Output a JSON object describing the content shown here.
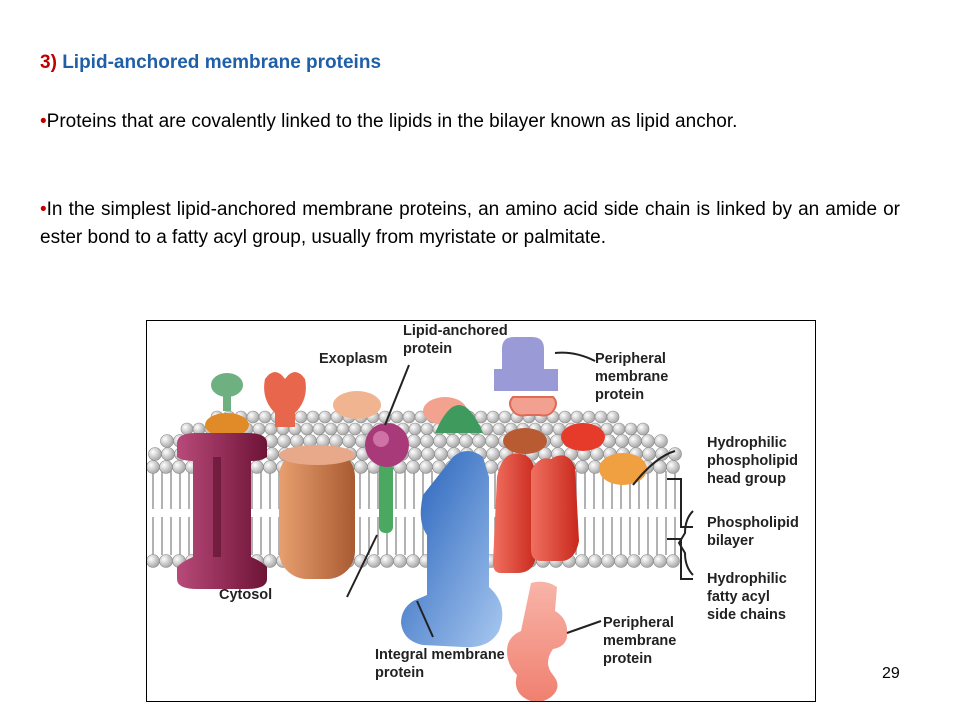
{
  "slide": {
    "heading_number": "3)",
    "heading_text": "Lipid-anchored membrane proteins",
    "bullet": "•",
    "paragraph1": "Proteins that are covalently linked to the lipids in the bilayer known as lipid anchor.",
    "paragraph2": "In the simplest lipid-anchored membrane proteins, an amino acid side chain is linked by an amide or ester bond to a fatty acyl group, usually from myristate or palmitate.",
    "page_number": "29"
  },
  "figure": {
    "labels": {
      "exoplasm": "Exoplasm",
      "cytosol": "Cytosol",
      "lipid_anchored_1": "Lipid-anchored",
      "lipid_anchored_2": "protein",
      "peripheral_top_1": "Peripheral",
      "peripheral_top_2": "membrane",
      "peripheral_top_3": "protein",
      "hydrophilic_head_1": "Hydrophilic",
      "hydrophilic_head_2": "phospholipid",
      "hydrophilic_head_3": "head group",
      "bilayer_1": "Phospholipid",
      "bilayer_2": "bilayer",
      "fatty_1": "Hydrophilic",
      "fatty_2": "fatty acyl",
      "fatty_3": "side chains",
      "integral_1": "Integral membrane",
      "integral_2": "protein",
      "peripheral_bottom_1": "Peripheral",
      "peripheral_bottom_2": "membrane",
      "peripheral_bottom_3": "protein"
    },
    "colors": {
      "channel": "#8a1f4a",
      "orange_block": "#c9774a",
      "blue_integral": "#2d6fc4",
      "red_integral": "#e0483a",
      "lipid_head": "#c8c8c8",
      "lavender": "#9a9ad6"
    }
  }
}
